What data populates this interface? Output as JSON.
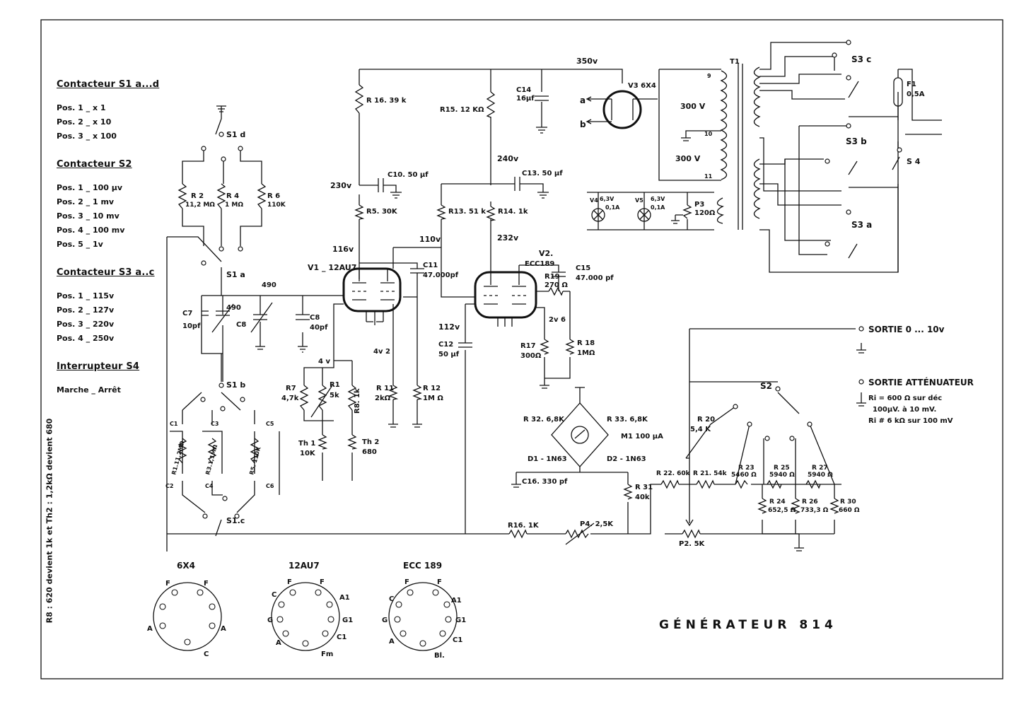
{
  "legend": {
    "s1": {
      "heading": "Contacteur S1 a...d",
      "items": [
        "Pos. 1 _ x 1",
        "Pos. 2 _ x 10",
        "Pos. 3 _ x 100"
      ]
    },
    "s2": {
      "heading": "Contacteur S2",
      "items": [
        "Pos. 1 _ 100 µv",
        "Pos. 2 _ 1 mv",
        "Pos. 3 _ 10 mv",
        "Pos. 4 _ 100 mv",
        "Pos. 5 _ 1v"
      ]
    },
    "s3": {
      "heading": "Contacteur S3 a..c",
      "items": [
        "Pos. 1 _ 115v",
        "Pos. 2 _ 127v",
        "Pos. 3 _ 220v",
        "Pos. 4 _ 250v"
      ]
    },
    "s4": {
      "heading": "Interrupteur S4",
      "items": [
        "Marche _ Arrêt"
      ]
    }
  },
  "side_note": "R8 : 620 devient 1k et Th2 : 1,2kΩ devient 680",
  "title": "GÉNÉRATEUR   814",
  "labels": {
    "v350": "350v",
    "v240": "240v",
    "v230": "230v",
    "v110": "110v",
    "v116": "116v",
    "v232": "232v",
    "v112": "112v",
    "v4": "4 v",
    "v4v2": "4v 2",
    "v2v6": "2v 6",
    "v490a": "490",
    "v490b": "490",
    "v1": "V1 _ 12AU7",
    "v2": "V2.",
    "v2t": "ECC189",
    "v3": "V3 6X4",
    "t1": "T1",
    "r16": "R 16. 39 k",
    "r15": "R15. 12 KΩ",
    "c14": "C14",
    "c14v": "16µf",
    "c10": "C10. 50 µf",
    "c13": "C13. 50 µf",
    "r5": "R5. 30K",
    "r13": "R13. 51 k",
    "r14": "R14. 1k",
    "c11": "C11",
    "c11v": "47.000pf",
    "c15": "C15",
    "c15v": "47.000 pf",
    "r19": "R19",
    "r19v": "270 Ω",
    "c7": "C7",
    "c7v": "10pf",
    "c8": "C8",
    "c8b": "C8",
    "c8v": "40pf",
    "c12": "C12",
    "c12v": "50 µf",
    "r17": "R17",
    "r17v": "300Ω",
    "r18": "R 18",
    "r18v": "1MΩ",
    "r7": "R7",
    "r7v": "4,7k",
    "r1": "R1",
    "r1v": "5k",
    "r8": "R8. 1k",
    "r11": "R 11",
    "r11v": "2kΩ",
    "r12": "R 12",
    "r12v": "1M Ω",
    "th1": "Th 1",
    "th1v": "10K",
    "th2": "Th 2",
    "th2v": "680",
    "r2": "R 2",
    "r2v": "11,2 MΩ",
    "r4": "R 4",
    "r4v": "1 MΩ",
    "r6": "R 6",
    "r6v": "110K",
    "s1d": "S1 d",
    "s1a": "S1 a",
    "s1b": "S1 b",
    "s1c": "S1.c",
    "c1": "C1",
    "c2": "C2",
    "c3": "C3",
    "c4": "C4",
    "c5": "C5",
    "c6": "C6",
    "r1b": "R1.11,2MΩ",
    "r3": "R3.1,1MΩ",
    "r5b": "R5. 110K",
    "v4lamp": "V4",
    "v4v": "6,3V",
    "v4a": "0,1A",
    "v5lamp": "V5",
    "v5v": "6,3V",
    "v5a": "0,1A",
    "p3": "P3",
    "p3v": "120Ω",
    "w300a": "300 V",
    "w300b": "300 V",
    "w9": "9",
    "w10": "10",
    "w11": "11",
    "s3c": "S3 c",
    "s3b": "S3 b",
    "s3a": "S3 a",
    "f1": "F1",
    "f1v": "0,5A",
    "s4": "S 4",
    "r32": "R 32. 6,8K",
    "r33": "R 33. 6,8K",
    "m1": "M1  100 µA",
    "d1": "D1 - 1N63",
    "d2": "D2 - 1N63",
    "c16": "C16. 330 pf",
    "r31": "R 31",
    "r31v": "40k",
    "r16b": "R16. 1K",
    "p4": "P4. 2,5K",
    "p2": "P2. 5K",
    "r22": "R 22. 60k",
    "r21": "R 21. 54k",
    "r23": "R 23",
    "r23v": "5460 Ω",
    "r25": "R 25",
    "r25v": "5940 Ω",
    "r27": "R 27",
    "r27v": "5940 Ω",
    "r24": "R 24",
    "r24v": "652,5 Ω",
    "r26": "R 26",
    "r26v": "733,3 Ω",
    "r30": "R 30",
    "r30v": "660 Ω",
    "r20": "R 20",
    "r20v": "5,4 K",
    "s2": "S2",
    "sortie": "SORTIE  0 ... 10v",
    "sortie_att": "SORTIE  ATTÉNUATEUR",
    "ri1": "Ri = 600 Ω sur déc",
    "ri2": "100µV. à 10 mV.",
    "ri3": "Ri # 6 kΩ sur 100 mV",
    "pin_a": "a",
    "pin_b": "b",
    "p6x4": "6X4",
    "p12au7": "12AU7",
    "pecc189": "ECC 189"
  },
  "sockets": {
    "s6x4": {
      "labels": [
        "F",
        "F",
        "A",
        "A",
        "C"
      ]
    },
    "s12au7": {
      "labels": [
        "F",
        "F",
        "C",
        "A1",
        "G",
        "G1",
        "A",
        "C1",
        "Fm"
      ]
    },
    "secc189": {
      "labels": [
        "F",
        "F",
        "C",
        "A1",
        "G",
        "G1",
        "A",
        "C1",
        "Bl."
      ]
    }
  }
}
